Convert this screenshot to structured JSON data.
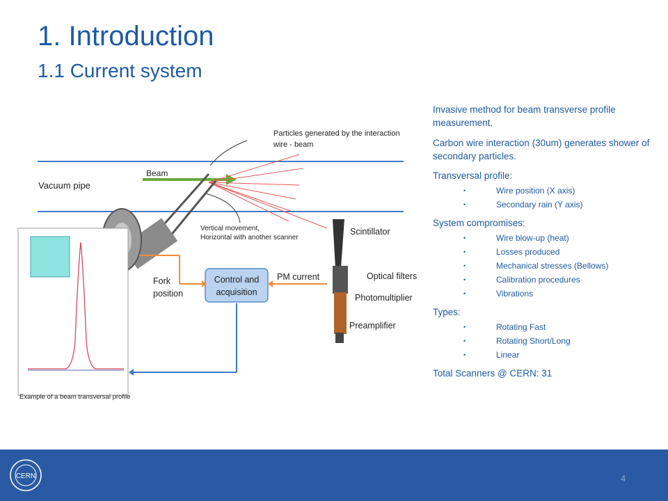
{
  "slide": {
    "title": "1. Introduction",
    "subtitle": "1.1 Current system",
    "page_number": "4"
  },
  "figure": {
    "particles_label_1": "Particles generated by the interaction",
    "particles_label_2": "wire - beam",
    "beam_label": "Beam",
    "vacuum_label": "Vacuum pipe",
    "movement_label_1": "Vertical movement,",
    "movement_label_2": "Horizontal with another scanner",
    "scintillator_label": "Scintillator",
    "optical_label": "Optical filters",
    "photomultiplier_label": "Photomultiplier",
    "preamplifier_label": "Preamplifier",
    "pm_current_label": "PM current",
    "fork_label_1": "Fork",
    "fork_label_2": "position",
    "control_label_1": "Control and",
    "control_label_2": "acquisition",
    "profile_caption": "Example of a beam transversal profile"
  },
  "content": {
    "p1": "Invasive method for beam transverse profile measurement.",
    "p2": "Carbon wire interaction (30um) generates shower of secondary particles.",
    "sections": [
      {
        "heading": "Transversal profile:",
        "items": [
          "Wire position (X axis)",
          "Secondary rain  (Y axis)"
        ]
      },
      {
        "heading": "System compromises:",
        "items": [
          "Wire blow-up (heat)",
          "Losses produced",
          "Mechanical stresses (Bellows)",
          "Calibration procedures",
          "Vibrations"
        ]
      },
      {
        "heading": "Types:",
        "items": [
          "Rotating Fast",
          "Rotating Short/Long",
          "Linear"
        ]
      }
    ],
    "total": "Total Scanners @ CERN: 31"
  },
  "logo": {
    "text": "CERN"
  },
  "colors": {
    "title": "#1d5aa6",
    "footer": "#2a5aa3",
    "arrow_orange": "#f08c3a",
    "arrow_red": "#e05a5a",
    "beam_green": "#6aaa3a",
    "control_box": "#b9d3f0"
  }
}
